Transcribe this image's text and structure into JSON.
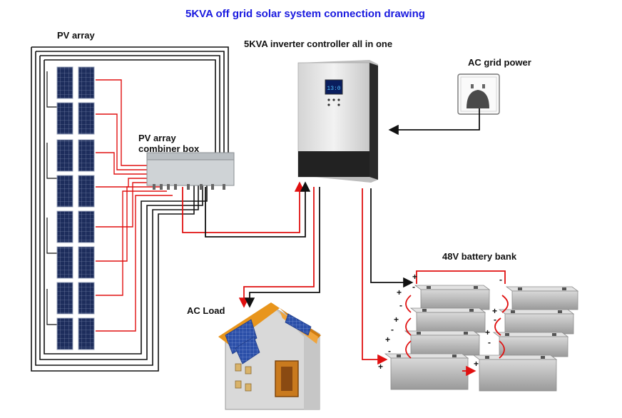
{
  "title": "5KVA off grid solar system connection drawing",
  "labels": {
    "pv_array": "PV array",
    "inverter": "5KVA inverter controller all in one",
    "ac_grid": "AC grid power",
    "combiner_line1": "PV array",
    "combiner_line2": "combiner box",
    "battery_bank": "48V battery bank",
    "ac_load": "AC Load"
  },
  "inverter_display": "13:0",
  "polarity": {
    "plus": "+",
    "minus": "-"
  },
  "colors": {
    "title": "#1a1adf",
    "positive_wire": "#e01010",
    "negative_wire": "#111111",
    "panel": "#1a2a55",
    "inverter_body": "#e6e6e6",
    "roof": "#e8951c",
    "house_wall": "#d8d8d8"
  },
  "components": {
    "pv_panel_count": 16,
    "battery_count": 8
  }
}
